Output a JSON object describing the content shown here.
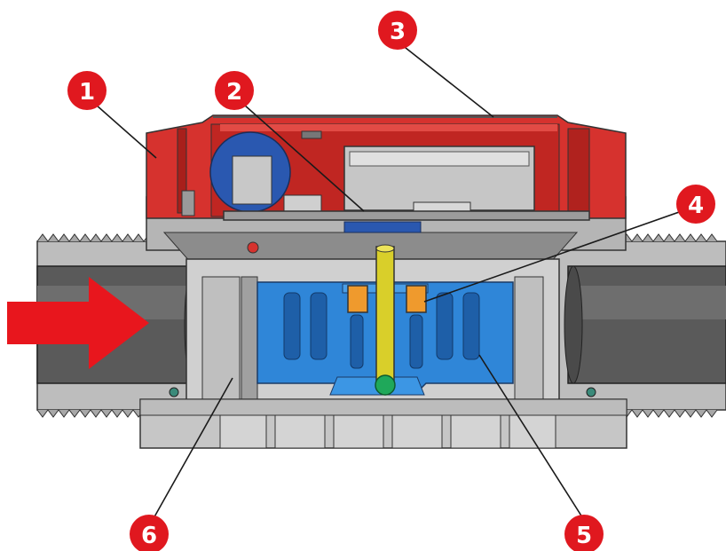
{
  "callouts": [
    {
      "id": "1",
      "label": "1"
    },
    {
      "id": "2",
      "label": "2"
    },
    {
      "id": "3",
      "label": "3"
    },
    {
      "id": "4",
      "label": "4"
    },
    {
      "id": "5",
      "label": "5"
    },
    {
      "id": "6",
      "label": "6"
    }
  ],
  "colors": {
    "callout": "#e0181f",
    "housing": "#c8c8c8",
    "housing_dark": "#7a7a7a",
    "pipe": "#5a5a5a",
    "cover": "#d6322e",
    "rotor": "#2f86d8",
    "magnet": "#ef9a2d",
    "shaft": "#d9cf2a",
    "bearing": "#1fa85a",
    "flow_arrow": "#e8161d"
  }
}
